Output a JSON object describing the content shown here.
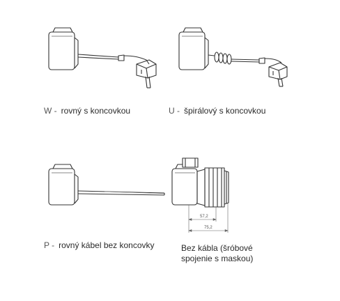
{
  "variants": [
    {
      "code": "W -",
      "description": "rovný s koncovkou"
    },
    {
      "code": "U -",
      "description": "špirálový s koncovkou"
    },
    {
      "code": "P -",
      "description": "rovný kábel bez koncovky"
    },
    {
      "code": "",
      "description": "Bez kábla (šróbové spojenie s maskou)"
    }
  ],
  "dimensions": {
    "inner": "57,2",
    "outer": "75,2"
  }
}
